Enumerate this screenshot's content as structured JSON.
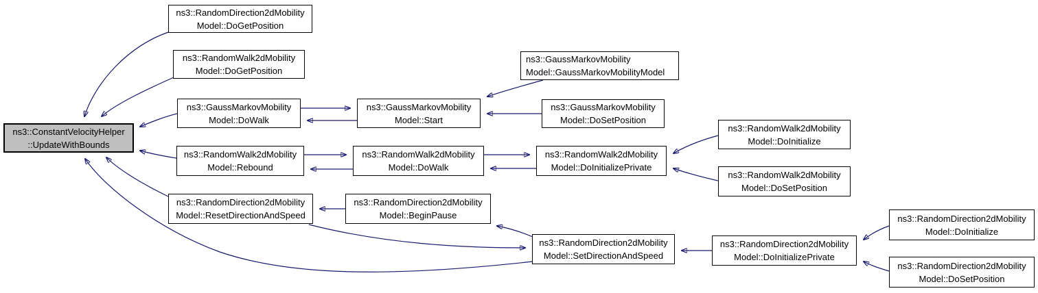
{
  "diagram": {
    "type": "doxygen-caller-graph",
    "colors": {
      "background": "#ffffff",
      "edge": "#191970",
      "node_border": "#000000",
      "node_fill": "#ffffff",
      "highlight_fill": "#bfbfbf",
      "text": "#000000"
    },
    "nodes": [
      {
        "id": "update-with-bounds",
        "line1": "ns3::ConstantVelocityHelper",
        "line2": "::UpdateWithBounds",
        "highlighted": true
      },
      {
        "id": "rd2d-dogetposition",
        "line1": "ns3::RandomDirection2dMobility",
        "line2": "Model::DoGetPosition",
        "highlighted": false
      },
      {
        "id": "rw2d-dogetposition",
        "line1": "ns3::RandomWalk2dMobility",
        "line2": "Model::DoGetPosition",
        "highlighted": false
      },
      {
        "id": "gm-dowalk",
        "line1": "ns3::GaussMarkovMobility",
        "line2": "Model::DoWalk",
        "highlighted": false
      },
      {
        "id": "gm-start",
        "line1": "ns3::GaussMarkovMobility",
        "line2": "Model::Start",
        "highlighted": false
      },
      {
        "id": "gm-constructor",
        "line1": "ns3::GaussMarkovMobility",
        "line2": "Model::GaussMarkovMobilityModel",
        "highlighted": false
      },
      {
        "id": "gm-dosetposition",
        "line1": "ns3::GaussMarkovMobility",
        "line2": "Model::DoSetPosition",
        "highlighted": false
      },
      {
        "id": "rw2d-rebound",
        "line1": "ns3::RandomWalk2dMobility",
        "line2": "Model::Rebound",
        "highlighted": false
      },
      {
        "id": "rw2d-dowalk",
        "line1": "ns3::RandomWalk2dMobility",
        "line2": "Model::DoWalk",
        "highlighted": false
      },
      {
        "id": "rw2d-doinitializeprivate",
        "line1": "ns3::RandomWalk2dMobility",
        "line2": "Model::DoInitializePrivate",
        "highlighted": false
      },
      {
        "id": "rw2d-doinitialize",
        "line1": "ns3::RandomWalk2dMobility",
        "line2": "Model::DoInitialize",
        "highlighted": false
      },
      {
        "id": "rw2d-dosetposition",
        "line1": "ns3::RandomWalk2dMobility",
        "line2": "Model::DoSetPosition",
        "highlighted": false
      },
      {
        "id": "rd2d-resetdirectionandspeed",
        "line1": "ns3::RandomDirection2dMobility",
        "line2": "Model::ResetDirectionAndSpeed",
        "highlighted": false
      },
      {
        "id": "rd2d-beginpause",
        "line1": "ns3::RandomDirection2dMobility",
        "line2": "Model::BeginPause",
        "highlighted": false
      },
      {
        "id": "rd2d-setdirectionandspeed",
        "line1": "ns3::RandomDirection2dMobility",
        "line2": "Model::SetDirectionAndSpeed",
        "highlighted": false
      },
      {
        "id": "rd2d-doinitializeprivate",
        "line1": "ns3::RandomDirection2dMobility",
        "line2": "Model::DoInitializePrivate",
        "highlighted": false
      },
      {
        "id": "rd2d-doinitialize",
        "line1": "ns3::RandomDirection2dMobility",
        "line2": "Model::DoInitialize",
        "highlighted": false
      },
      {
        "id": "rd2d-dosetposition",
        "line1": "ns3::RandomDirection2dMobility",
        "line2": "Model::DoSetPosition",
        "highlighted": false
      }
    ],
    "edges": [
      {
        "from": "rd2d-dogetposition",
        "to": "update-with-bounds"
      },
      {
        "from": "rw2d-dogetposition",
        "to": "update-with-bounds"
      },
      {
        "from": "gm-dowalk",
        "to": "update-with-bounds"
      },
      {
        "from": "rw2d-rebound",
        "to": "update-with-bounds"
      },
      {
        "from": "rd2d-resetdirectionandspeed",
        "to": "update-with-bounds"
      },
      {
        "from": "rd2d-setdirectionandspeed",
        "to": "update-with-bounds"
      },
      {
        "from": "gm-dowalk",
        "to": "gm-start"
      },
      {
        "from": "gm-start",
        "to": "gm-dowalk"
      },
      {
        "from": "gm-constructor",
        "to": "gm-start"
      },
      {
        "from": "gm-dosetposition",
        "to": "gm-start"
      },
      {
        "from": "rw2d-rebound",
        "to": "rw2d-dowalk"
      },
      {
        "from": "rw2d-dowalk",
        "to": "rw2d-rebound"
      },
      {
        "from": "rw2d-dowalk",
        "to": "rw2d-doinitializeprivate"
      },
      {
        "from": "rw2d-doinitializeprivate",
        "to": "rw2d-dowalk"
      },
      {
        "from": "rw2d-doinitialize",
        "to": "rw2d-doinitializeprivate"
      },
      {
        "from": "rw2d-dosetposition",
        "to": "rw2d-doinitializeprivate"
      },
      {
        "from": "rd2d-beginpause",
        "to": "rd2d-resetdirectionandspeed"
      },
      {
        "from": "rd2d-setdirectionandspeed",
        "to": "rd2d-beginpause"
      },
      {
        "from": "rd2d-resetdirectionandspeed",
        "to": "rd2d-setdirectionandspeed"
      },
      {
        "from": "rd2d-doinitializeprivate",
        "to": "rd2d-setdirectionandspeed"
      },
      {
        "from": "rd2d-doinitialize",
        "to": "rd2d-doinitializeprivate"
      },
      {
        "from": "rd2d-dosetposition",
        "to": "rd2d-doinitializeprivate"
      }
    ]
  }
}
